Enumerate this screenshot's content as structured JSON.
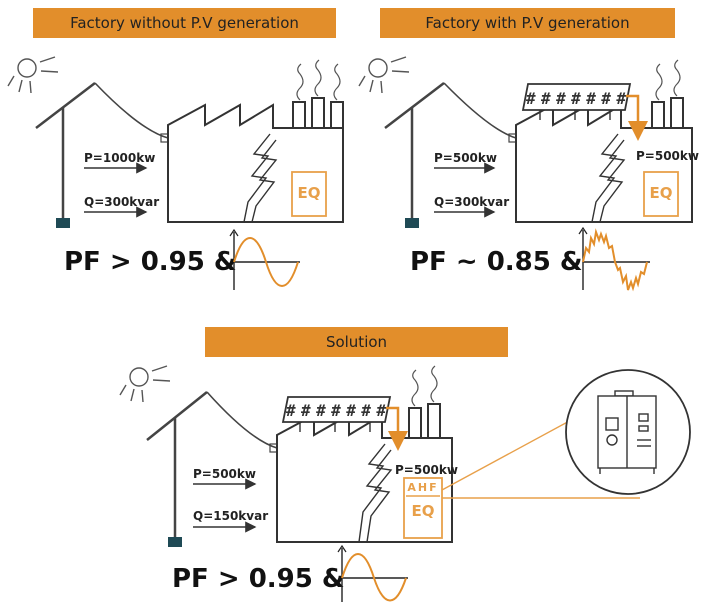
{
  "colors": {
    "accent": "#e28e2b",
    "line": "#3a3a3a",
    "pole": "#1f4a55",
    "equipment": "#e8a04a"
  },
  "panels": [
    {
      "banner": "Factory without P.V generation",
      "p_label": "P=1000kw",
      "q_label": "Q=300kvar",
      "equipment": "EQ",
      "pf_text": "PF > 0.95 &",
      "waveform": "clean-sine"
    },
    {
      "banner": "Factory with P.V generation",
      "p_label": "P=500kw",
      "q_label": "Q=300kvar",
      "pv_label": "P=500kw",
      "pv_hash": "#######",
      "equipment": "EQ",
      "pf_text": "PF ~ 0.85 &",
      "waveform": "distorted-sine"
    },
    {
      "banner": "Solution",
      "p_label": "P=500kw",
      "q_label": "Q=150kvar",
      "pv_label": "P=500kw",
      "pv_hash": "#######",
      "ahf_label": "AHF",
      "equipment": "EQ",
      "pf_text": "PF > 0.95 &",
      "waveform": "clean-sine"
    }
  ],
  "icons": [
    "sun-icon",
    "utility-pole-icon",
    "factory-icon",
    "chimney-smoke-icon",
    "solar-panel-icon",
    "lightning-bolt-icon",
    "sine-wave-icon",
    "ahf-cabinet-icon",
    "arrow-icon"
  ]
}
